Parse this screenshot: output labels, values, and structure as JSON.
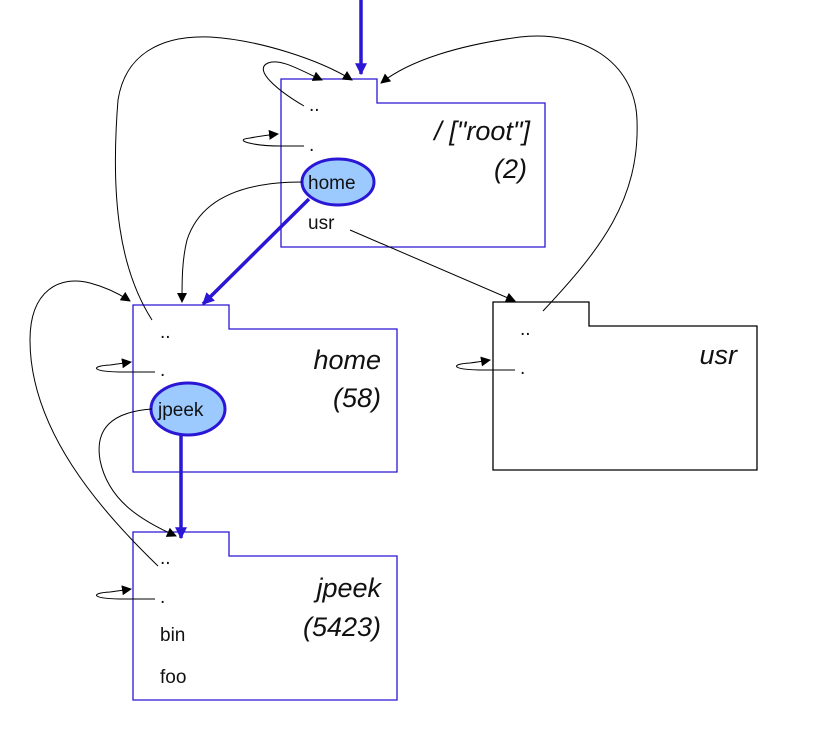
{
  "diagram": {
    "colors": {
      "folder_outline": "#2a16d4",
      "usr_outline": "#000000",
      "highlight_fill": "#9ccaff",
      "pointer": "#2a16d4"
    },
    "directories": [
      {
        "id": "root",
        "name": "/ [\"root\"]",
        "inode": "(2)",
        "entries": [
          "..",
          ".",
          "home",
          "usr"
        ],
        "highlighted_entry": "home"
      },
      {
        "id": "home",
        "name": "home",
        "inode": "(58)",
        "entries": [
          "..",
          ".",
          "jpeek"
        ],
        "highlighted_entry": "jpeek"
      },
      {
        "id": "usr",
        "name": "usr",
        "inode": "",
        "entries": [
          "..",
          "."
        ]
      },
      {
        "id": "jpeek",
        "name": "jpeek",
        "inode": "(5423)",
        "entries": [
          "..",
          ".",
          "bin",
          "foo"
        ]
      }
    ]
  }
}
